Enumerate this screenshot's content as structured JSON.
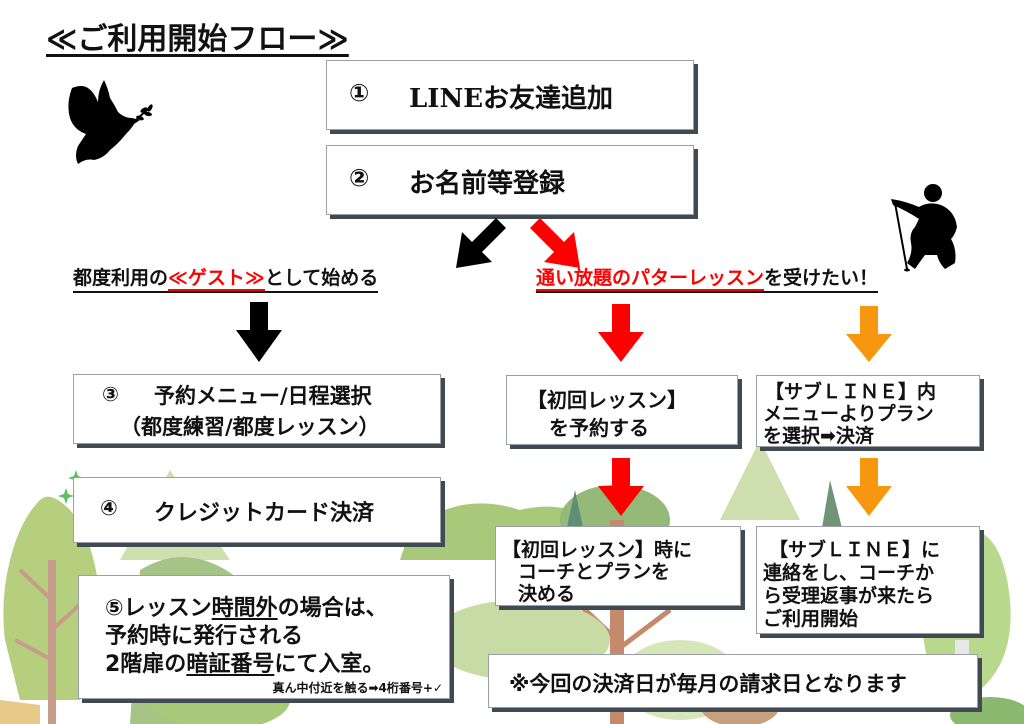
{
  "title": "≪ご利用開始フロー≫",
  "steps": {
    "step1": {
      "num": "①",
      "label": "LINEお友達追加"
    },
    "step2": {
      "num": "②",
      "label": "お名前等登録"
    }
  },
  "branches": {
    "guest": {
      "prefix": "都度利用の",
      "highlight": "≪ゲスト≫",
      "suffix": "として始める"
    },
    "unlimited": {
      "highlight": "通い放題のパターレッスン",
      "suffix": "を受けたい！"
    }
  },
  "guest_flow": {
    "step3": {
      "num": "③",
      "line1": "予約メニュー/日程選択",
      "line2": "（都度練習/都度レッスン）"
    },
    "step4": {
      "num": "④",
      "label": "クレジットカード決済"
    },
    "step5": {
      "num": "⑤",
      "line1_a": "レッスン",
      "line1_u": "時間外",
      "line1_b": "の場合は、",
      "line2": "予約時に発行される",
      "line3_a": "2階扉の",
      "line3_u": "暗証番号",
      "line3_b": "にて入室。",
      "note": "真ん中付近を触る➡4桁番号+✓"
    }
  },
  "unlimited_flow": {
    "first_lesson_book": {
      "line1": "【初回レッスン】",
      "line2": "を予約する"
    },
    "first_lesson_plan": {
      "line1": "【初回レッスン】時に",
      "line2": "コーチとプランを",
      "line3": "決める"
    },
    "sub_line_menu": {
      "line1": "【サブＬＩＮＥ】内",
      "line2": "メニューよりプラン",
      "line3": "を選択➡決済"
    },
    "sub_line_contact": {
      "line1": "【サブＬＩＮＥ】に",
      "line2": "連絡をし、コーチか",
      "line3": "ら受理返事が来たら",
      "line4": "ご利用開始"
    },
    "billing_note": "※今回の決済日が毎月の請求日となります"
  },
  "icons": {
    "dove": "dove-with-olive-branch",
    "golfer": "crouching-golfer-silhouette"
  },
  "colors": {
    "accent_red": "#ff0000",
    "accent_orange": "#f7960f",
    "arrow_black": "#000000",
    "tree_green": "#a9c97a",
    "box_shadow": "#3f4a52"
  }
}
